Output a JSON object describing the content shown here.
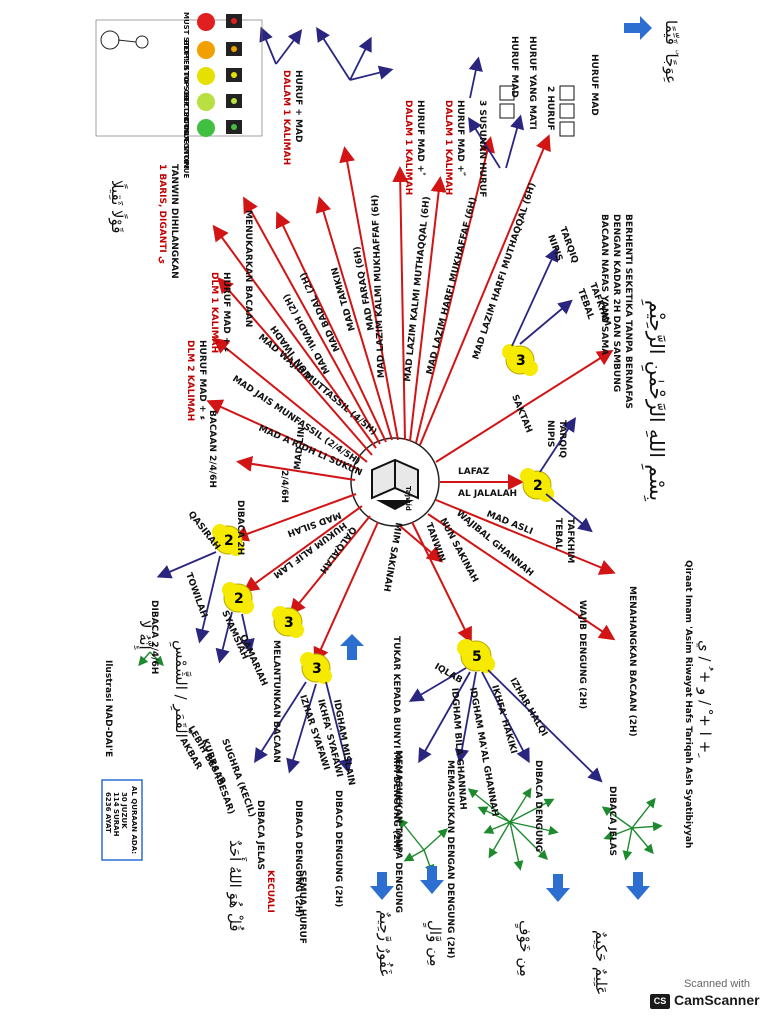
{
  "title": "Qiraat Imam 'Asim Riwayat Hafs Tariqah Ash Syatibiyyah",
  "illustration_credit": "Ilustrasi NAD-DAI'E",
  "quran_info": {
    "heading": "AL QURAAN ADA:",
    "items": [
      "30 JUZUK",
      "114 SURAH",
      "6236 AYAT"
    ]
  },
  "center": {
    "label": "Tajwid",
    "icon": "quran-book-icon"
  },
  "branches": [
    "MAD LAZIM HARFI MUTHAQQAL (6H)",
    "MAD LAZIM HARFI MUKHAFFAF (6H)",
    "MAD LAZIM KALMI MUTHAQQAL (6H)",
    "MAD LAZIM KALMI MUKHAFFAF (6H)",
    "MAD FARAQ (6H)",
    "MAD TAMKIN",
    "MAD BADAL (2H)",
    "MAD 'IWADH (2H)",
    "NUN 'IWADH",
    "MAD WAJIB MUTTASSIL (4/5H)",
    "MAD JAIS MUNFASSIL (2/4/5H)",
    "MAD A'RIDH LI SUKUN",
    "MAD LIN",
    "MAD SILAH",
    "HUKUM ALIF LAM",
    "QALQALAH",
    "MIM SAKINAH",
    "TANWIN",
    "NUN SAKINAH",
    "WAJIBAL GHANNAH",
    "MAD ASLI",
    "LAFAZ",
    "AL JALALAH",
    "SAKTAH"
  ],
  "bubbles": [
    "3",
    "2",
    "2",
    "3",
    "2",
    "3",
    "5"
  ],
  "lafaz_branches": [
    "TARQIQ",
    "NIPIS",
    "TAFKHIM",
    "TEBAL"
  ],
  "saktah_desc": [
    "BERHENTI SEKETIKA TANPA BERNAFAS",
    "DENGAN KADAR 2H DAN SAMBUNG",
    "BACAAN NAFAS YANG SAMA"
  ],
  "huruf_mad_groups": [
    "HURUF MAD",
    "2 HURUF",
    "HURUF YANG MATI",
    "HURUF MAD",
    "3 SUSUNAN HURUF"
  ],
  "mad_desc": [
    "HURUF MAD + ّ",
    "DALAM 1 KALIMAH",
    "HURUF MAD + ْ",
    "DALAM 1 KALIMAH",
    "HURUF + MAD",
    "DALAM 1 KALIMAH",
    "MENUKARKAN BACAAN",
    "HURUF MAD + ء",
    "DLM 1 KALIMAH",
    "HURUF MAD + ء",
    "DLM 2 KALIMAH",
    "BACAAN 2/4/6H",
    "2/4/6H",
    "TANWIN DIHILANGKAN",
    "1 BARIS, DIGANTI ي"
  ],
  "silah": [
    "QASIRAH",
    "DIBACA 2H",
    "TOWILAH",
    "DIBACA 2/4/6H"
  ],
  "alif_lam": [
    "SYAMSIAH",
    "QAMARIAH"
  ],
  "qalqalah": [
    "MELANTUNKAN BACAAN"
  ],
  "mim_sakinah": [
    "IZHAR SYAFAWI",
    "IKHFA' SYAFAWI",
    "IDGHAM MISLAIN",
    "DIBACA JELAS",
    "DIBACA DENGUNG (2H)",
    "DIBACA DENGUNG (2H)",
    "SEMUA HURUF",
    "KECUALI"
  ],
  "nun_sakinah": [
    "IZHAR HALQI",
    "IKHFA' HAKIKI",
    "IDGHAM MA'AL GHANNAH",
    "IDGHAM BILA GHANNAH",
    "IQLAB",
    "DIBACA JELAS",
    "DIBACA DENGUNG",
    "MEMASUKKAN DENGAN DENGUNG (2H)",
    "MEMASUKKAN TANPA DENGUNG",
    "TUKAR KEPADA BUNYI MIM DENGUNG (2H)"
  ],
  "wajibal_ghannah": [
    "WAJIB DENGUNG (2H)",
    "MENAHANGKAN BACAAN (2H)"
  ],
  "qamariah_desc": [
    "SUGHRA (KECIL)",
    "KUBRA (BESAR)",
    "LEBIH BESAR",
    "AKBAR"
  ],
  "traffic_legend": {
    "items": [
      {
        "sign": "MUST STOP!",
        "text": "STOP"
      },
      {
        "sign": "BETTER TO STOP",
        "text": "STOP"
      },
      {
        "sign": "STOP OR CONTINUE",
        "text": "STOP"
      },
      {
        "sign": "BETTER TO CONTINUE",
        "text": "CONTINUE"
      },
      {
        "sign": "DON'T STOP!",
        "text": "CONTINUE"
      }
    ]
  },
  "scanner": {
    "line1": "Scanned with",
    "line2": "CamScanner",
    "logo": "CS"
  },
  "colors": {
    "red_arrow": "#d21414",
    "navy_arrow": "#2a2680",
    "green_arrow": "#1e8a2e",
    "blue_box_arrow": "#2c6fd1",
    "bubble": "#f5ea00",
    "label_red": "#c00000"
  }
}
